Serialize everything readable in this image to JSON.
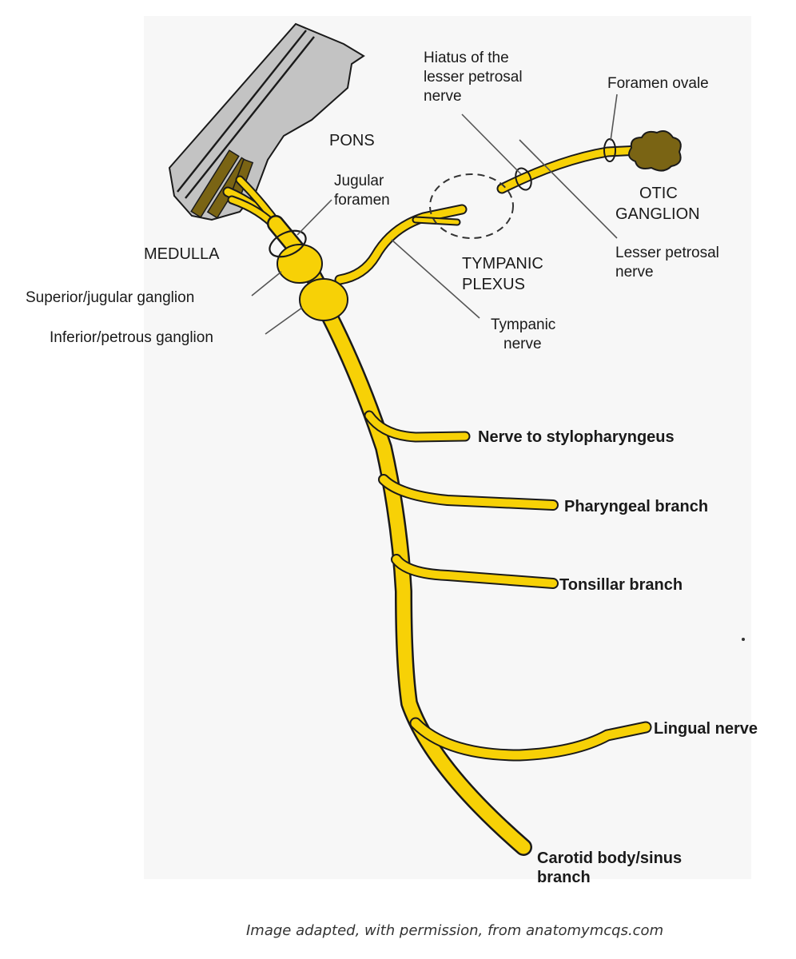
{
  "colors": {
    "nerve": "#f7d106",
    "outline": "#1a1a1a",
    "brainstem": "#c3c3c3",
    "nuclei": "#7a6414",
    "otic_ganglion": "#7a6414",
    "background_panel": "#f7f7f7"
  },
  "labels": {
    "pons": "PONS",
    "medulla": "MEDULLA",
    "jugular_foramen": [
      "Jugular",
      "foramen"
    ],
    "superior_ganglion": "Superior/jugular ganglion",
    "inferior_ganglion": "Inferior/petrous ganglion",
    "hiatus": [
      "Hiatus of the",
      "lesser petrosal",
      "nerve"
    ],
    "foramen_ovale": "Foramen ovale",
    "otic_ganglion": [
      "OTIC",
      "GANGLION"
    ],
    "tympanic_plexus": [
      "TYMPANIC",
      "PLEXUS"
    ],
    "lesser_petrosal": [
      "Lesser petrosal",
      "nerve"
    ],
    "tympanic_nerve": [
      "Tympanic",
      "nerve"
    ],
    "stylopharyngeus": "Nerve to stylopharyngeus",
    "pharyngeal": "Pharyngeal branch",
    "tonsillar": "Tonsillar branch",
    "lingual": "Lingual nerve",
    "carotid": [
      "Carotid body/sinus",
      "branch"
    ]
  },
  "credit": "Image adapted, with permission, from anatomymcqs.com"
}
